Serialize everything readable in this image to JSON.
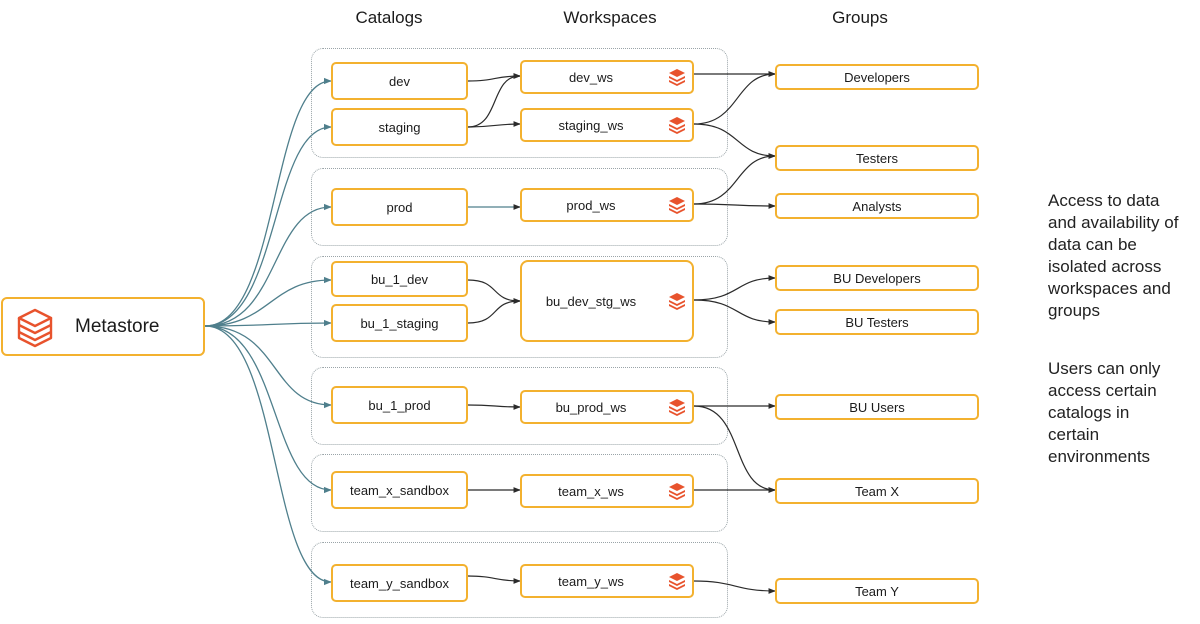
{
  "headers": {
    "catalogs": "Catalogs",
    "workspaces": "Workspaces",
    "groups": "Groups"
  },
  "metastore": {
    "label": "Metastore",
    "icon": "databricks-stack-icon"
  },
  "catalogs": {
    "dev": "dev",
    "staging": "staging",
    "prod": "prod",
    "bu_1_dev": "bu_1_dev",
    "bu_1_staging": "bu_1_staging",
    "bu_1_prod": "bu_1_prod",
    "team_x_sandbox": "team_x_sandbox",
    "team_y_sandbox": "team_y_sandbox"
  },
  "workspaces": {
    "dev_ws": "dev_ws",
    "staging_ws": "staging_ws",
    "prod_ws": "prod_ws",
    "bu_dev_stg_ws": "bu_dev_stg_ws",
    "bu_prod_ws": "bu_prod_ws",
    "team_x_ws": "team_x_ws",
    "team_y_ws": "team_y_ws"
  },
  "groups": {
    "developers": "Developers",
    "testers": "Testers",
    "analysts": "Analysts",
    "bu_developers": "BU Developers",
    "bu_testers": "BU Testers",
    "bu_users": "BU Users",
    "team_x": "Team X",
    "team_y": "Team Y"
  },
  "notes": {
    "note1": "Access to data\nand availability of\ndata can be\nisolated across\nworkspaces and\ngroups",
    "note2": "Users can only\naccess certain\ncatalogs in\ncertain\nenvironments"
  },
  "colors": {
    "node_border": "#f3b12f",
    "metastore_link": "#4f7f8c",
    "link": "#2b2b2b",
    "icon": "#e8532d"
  }
}
